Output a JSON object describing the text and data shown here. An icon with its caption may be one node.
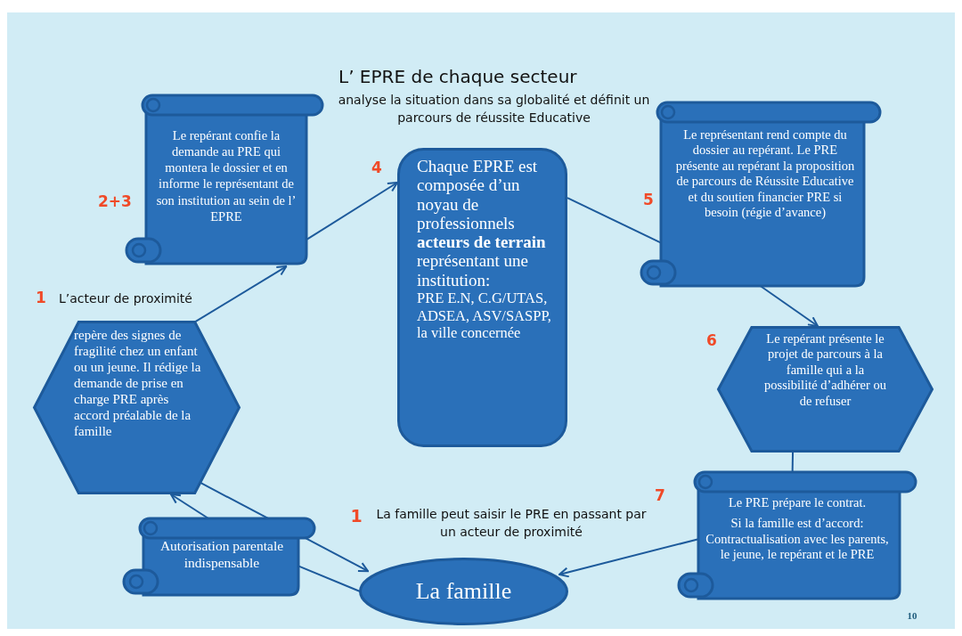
{
  "diagram": {
    "title": "L’ EPRE de chaque secteur",
    "nodes": [
      {
        "text": [
          "Le repérant confie la demande au PRE qui montera le dossier et en informe le représentant de son institution au sein de l’ EPRE"
        ],
        "beside": [
          "2+3"
        ]
      },
      {
        "text": [
          "repère des signes de fragilité chez un enfant ou un jeune. Il rédige la demande de prise en charge PRE après accord préalable de la famille"
        ],
        "beside": [
          "1",
          "L’acteur de proximité"
        ]
      },
      {
        "text": [
          "Chaque EPRE est composée d’un noyau de professionnels **acteurs de terrain** représentant une institution:",
          "PRE E.N, C.G/UTAS, ADSEA, ASV/SASPP, la ville concernée"
        ],
        "beside": [
          "4"
        ]
      },
      {
        "text": [
          "Le représentant rend compte du dossier au repérant. Le PRE présente au repérant la proposition de parcours de Réussite Educative et du soutien financier PRE si besoin (régie d’avance)"
        ],
        "beside": [
          "5"
        ]
      },
      {
        "text": [
          "Le repérant présente le projet de parcours à la famille qui a la possibilité d’adhérer ou de refuser"
        ],
        "beside": [
          "6"
        ]
      },
      {
        "text": [
          "Le PRE prépare le contrat.",
          "Si la famille est d’accord: Contractualisation avec les parents, le jeune, le repérant et le PRE"
        ],
        "beside": [
          "7"
        ]
      },
      {
        "text": [
          "Autorisation parentale indispensable"
        ]
      },
      {
        "text": [
          "La famille"
        ]
      }
    ],
    "edges": [
      {
        "from": 1,
        "to": 0,
        "arrow": "to"
      },
      {
        "from": 0,
        "to": 2,
        "arrow": "to"
      },
      {
        "from": 2,
        "to": 3,
        "arrow": "none"
      },
      {
        "from": 3,
        "to": 4,
        "arrow": "to"
      },
      {
        "from": 4,
        "to": 5,
        "arrow": "none"
      },
      {
        "from": 5,
        "to": 7,
        "arrow": "to"
      },
      {
        "from": 6,
        "to": 1,
        "arrow": "to"
      },
      {
        "from": 1,
        "to": 7,
        "arrow": "to"
      },
      {
        "from": 6,
        "to": 7,
        "arrow": "none"
      }
    ],
    "labels": [
      "analyse la situation dans sa globalité et définit un parcours de réussite Educative",
      "1",
      "La famille peut saisir le PRE en passant par un acteur de proximité",
      "10"
    ]
  }
}
